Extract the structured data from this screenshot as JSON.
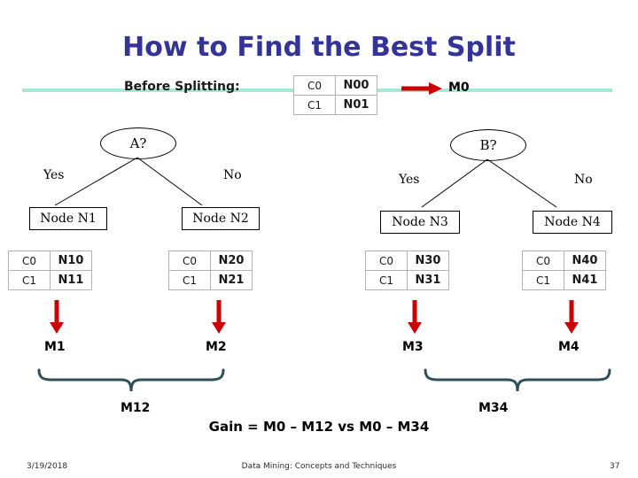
{
  "slide": {
    "title": "How to Find the Best Split",
    "title_color": "#333399",
    "rule_color": "#A8E6D5",
    "arrow_color": "#CC0000",
    "brace_color": "#2E5157",
    "background": "#FFFFFF"
  },
  "before_splitting": {
    "label": "Before Splitting:",
    "table": {
      "rows": [
        {
          "class": "C0",
          "count": "N00"
        },
        {
          "class": "C1",
          "count": "N01"
        }
      ]
    },
    "arrow_icon": "right-arrow-icon",
    "measure": "M0"
  },
  "trees": [
    {
      "id": "tree-a",
      "root": "A?",
      "branches": [
        {
          "label": "Yes",
          "node": "Node N1"
        },
        {
          "label": "No",
          "node": "Node N2"
        }
      ]
    },
    {
      "id": "tree-b",
      "root": "B?",
      "branches": [
        {
          "label": "Yes",
          "node": "Node N3"
        },
        {
          "label": "No",
          "node": "Node N4"
        }
      ]
    }
  ],
  "leaf_tables": [
    {
      "id": "table-n1",
      "rows": [
        {
          "class": "C0",
          "count": "N10"
        },
        {
          "class": "C1",
          "count": "N11"
        }
      ],
      "arrow_icon": "down-arrow-icon",
      "measure": "M1"
    },
    {
      "id": "table-n2",
      "rows": [
        {
          "class": "C0",
          "count": "N20"
        },
        {
          "class": "C1",
          "count": "N21"
        }
      ],
      "arrow_icon": "down-arrow-icon",
      "measure": "M2"
    },
    {
      "id": "table-n3",
      "rows": [
        {
          "class": "C0",
          "count": "N30"
        },
        {
          "class": "C1",
          "count": "N31"
        }
      ],
      "arrow_icon": "down-arrow-icon",
      "measure": "M3"
    },
    {
      "id": "table-n4",
      "rows": [
        {
          "class": "C0",
          "count": "N40"
        },
        {
          "class": "C1",
          "count": "N41"
        }
      ],
      "arrow_icon": "down-arrow-icon",
      "measure": "M4"
    }
  ],
  "aggregates": [
    {
      "id": "brace-left",
      "label": "M12"
    },
    {
      "id": "brace-right",
      "label": "M34"
    }
  ],
  "gain": {
    "formula": "Gain = M0 – M12 vs  M0 – M34"
  },
  "footer": {
    "date": "3/19/2018",
    "center": "Data Mining: Concepts and Techniques",
    "page": "37"
  }
}
